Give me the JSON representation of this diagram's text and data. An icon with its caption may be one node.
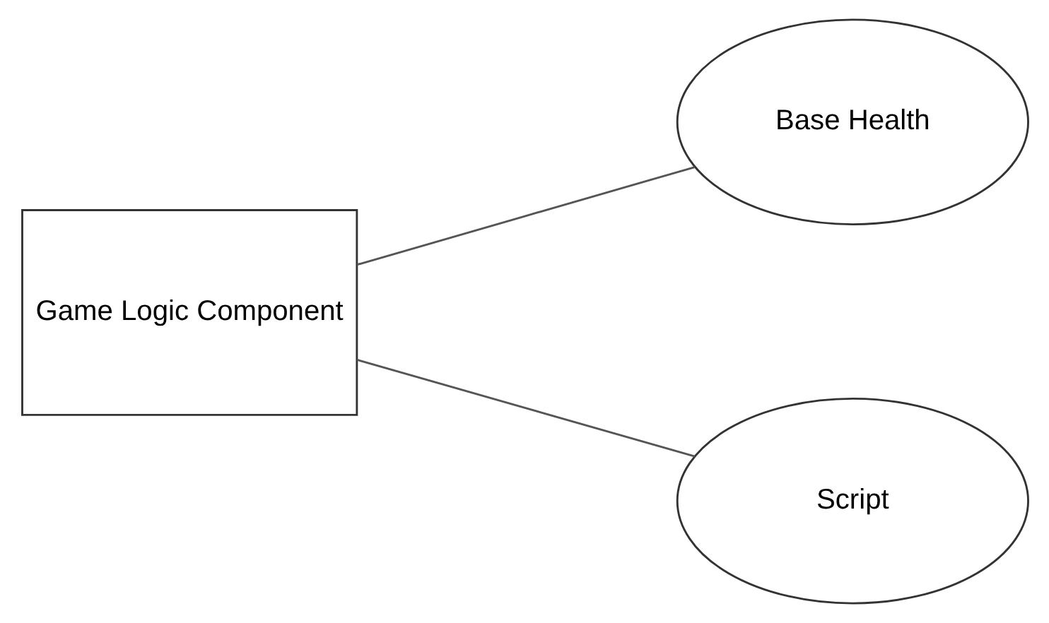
{
  "diagram": {
    "nodes": [
      {
        "text": [
          "Game Logic Component"
        ]
      },
      {
        "text": [
          "Base Health"
        ]
      },
      {
        "text": [
          "Script"
        ]
      }
    ],
    "edges": [
      {
        "from": 0,
        "to": 1,
        "arrow": "none"
      },
      {
        "from": 0,
        "to": 2,
        "arrow": "none"
      }
    ]
  }
}
